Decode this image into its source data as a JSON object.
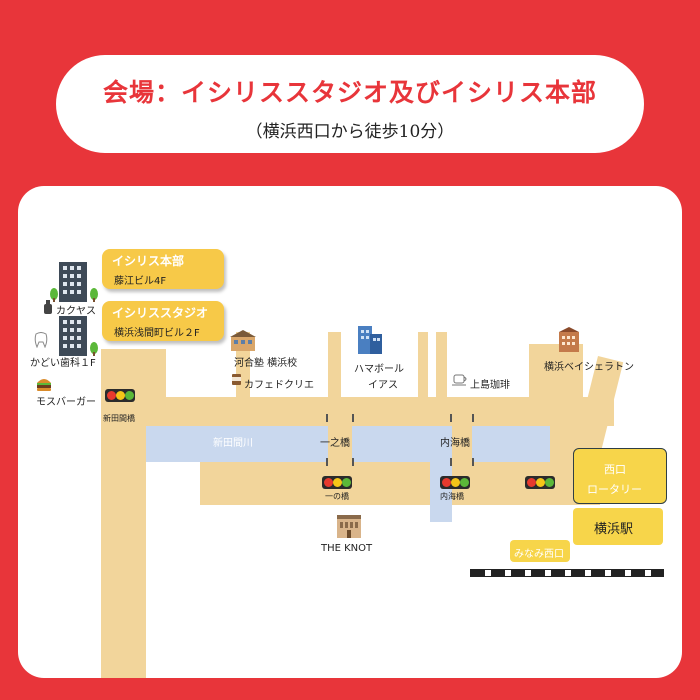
{
  "header": {
    "title": "会場：イシリススタジオ及びイシリス本部",
    "subtitle": "（横浜西口から徒歩10分）"
  },
  "map": {
    "callouts": [
      {
        "title": "イシリス本部",
        "sub": "藤江ビル4F"
      },
      {
        "title": "イシリススタジオ",
        "sub": "横浜浅間町ビル２F"
      }
    ],
    "landmarks": {
      "kakuyasu": "カクヤス",
      "kadoi": "かどい歯科１F",
      "mos": "モスバーガー",
      "kawai": "河合塾 横浜校",
      "cafe_dequri": "カフェドクリエ",
      "hamaboru_1": "ハマボール",
      "hamaboru_2": "イアス",
      "kamijima": "上島珈琲",
      "sheraton": "横浜ベイシェラトン",
      "knot": "THE KNOT"
    },
    "river": "新田間川",
    "bridges": {
      "ichinohashi": "一之橋",
      "uchiumibashi": "内海橋"
    },
    "signals": {
      "shintama": "新田間橋",
      "ichinohashi": "一の橋",
      "uchiumibashi": "内海橋"
    },
    "station": {
      "rotary_1": "西口",
      "rotary_2": "ロータリー",
      "name": "横浜駅",
      "south_exit": "みなみ西口"
    },
    "colors": {
      "background": "#E8353A",
      "road": "#F2D59B",
      "river": "#C9D8EE",
      "callout": "#F7C948",
      "station": "#F7D54A"
    }
  }
}
